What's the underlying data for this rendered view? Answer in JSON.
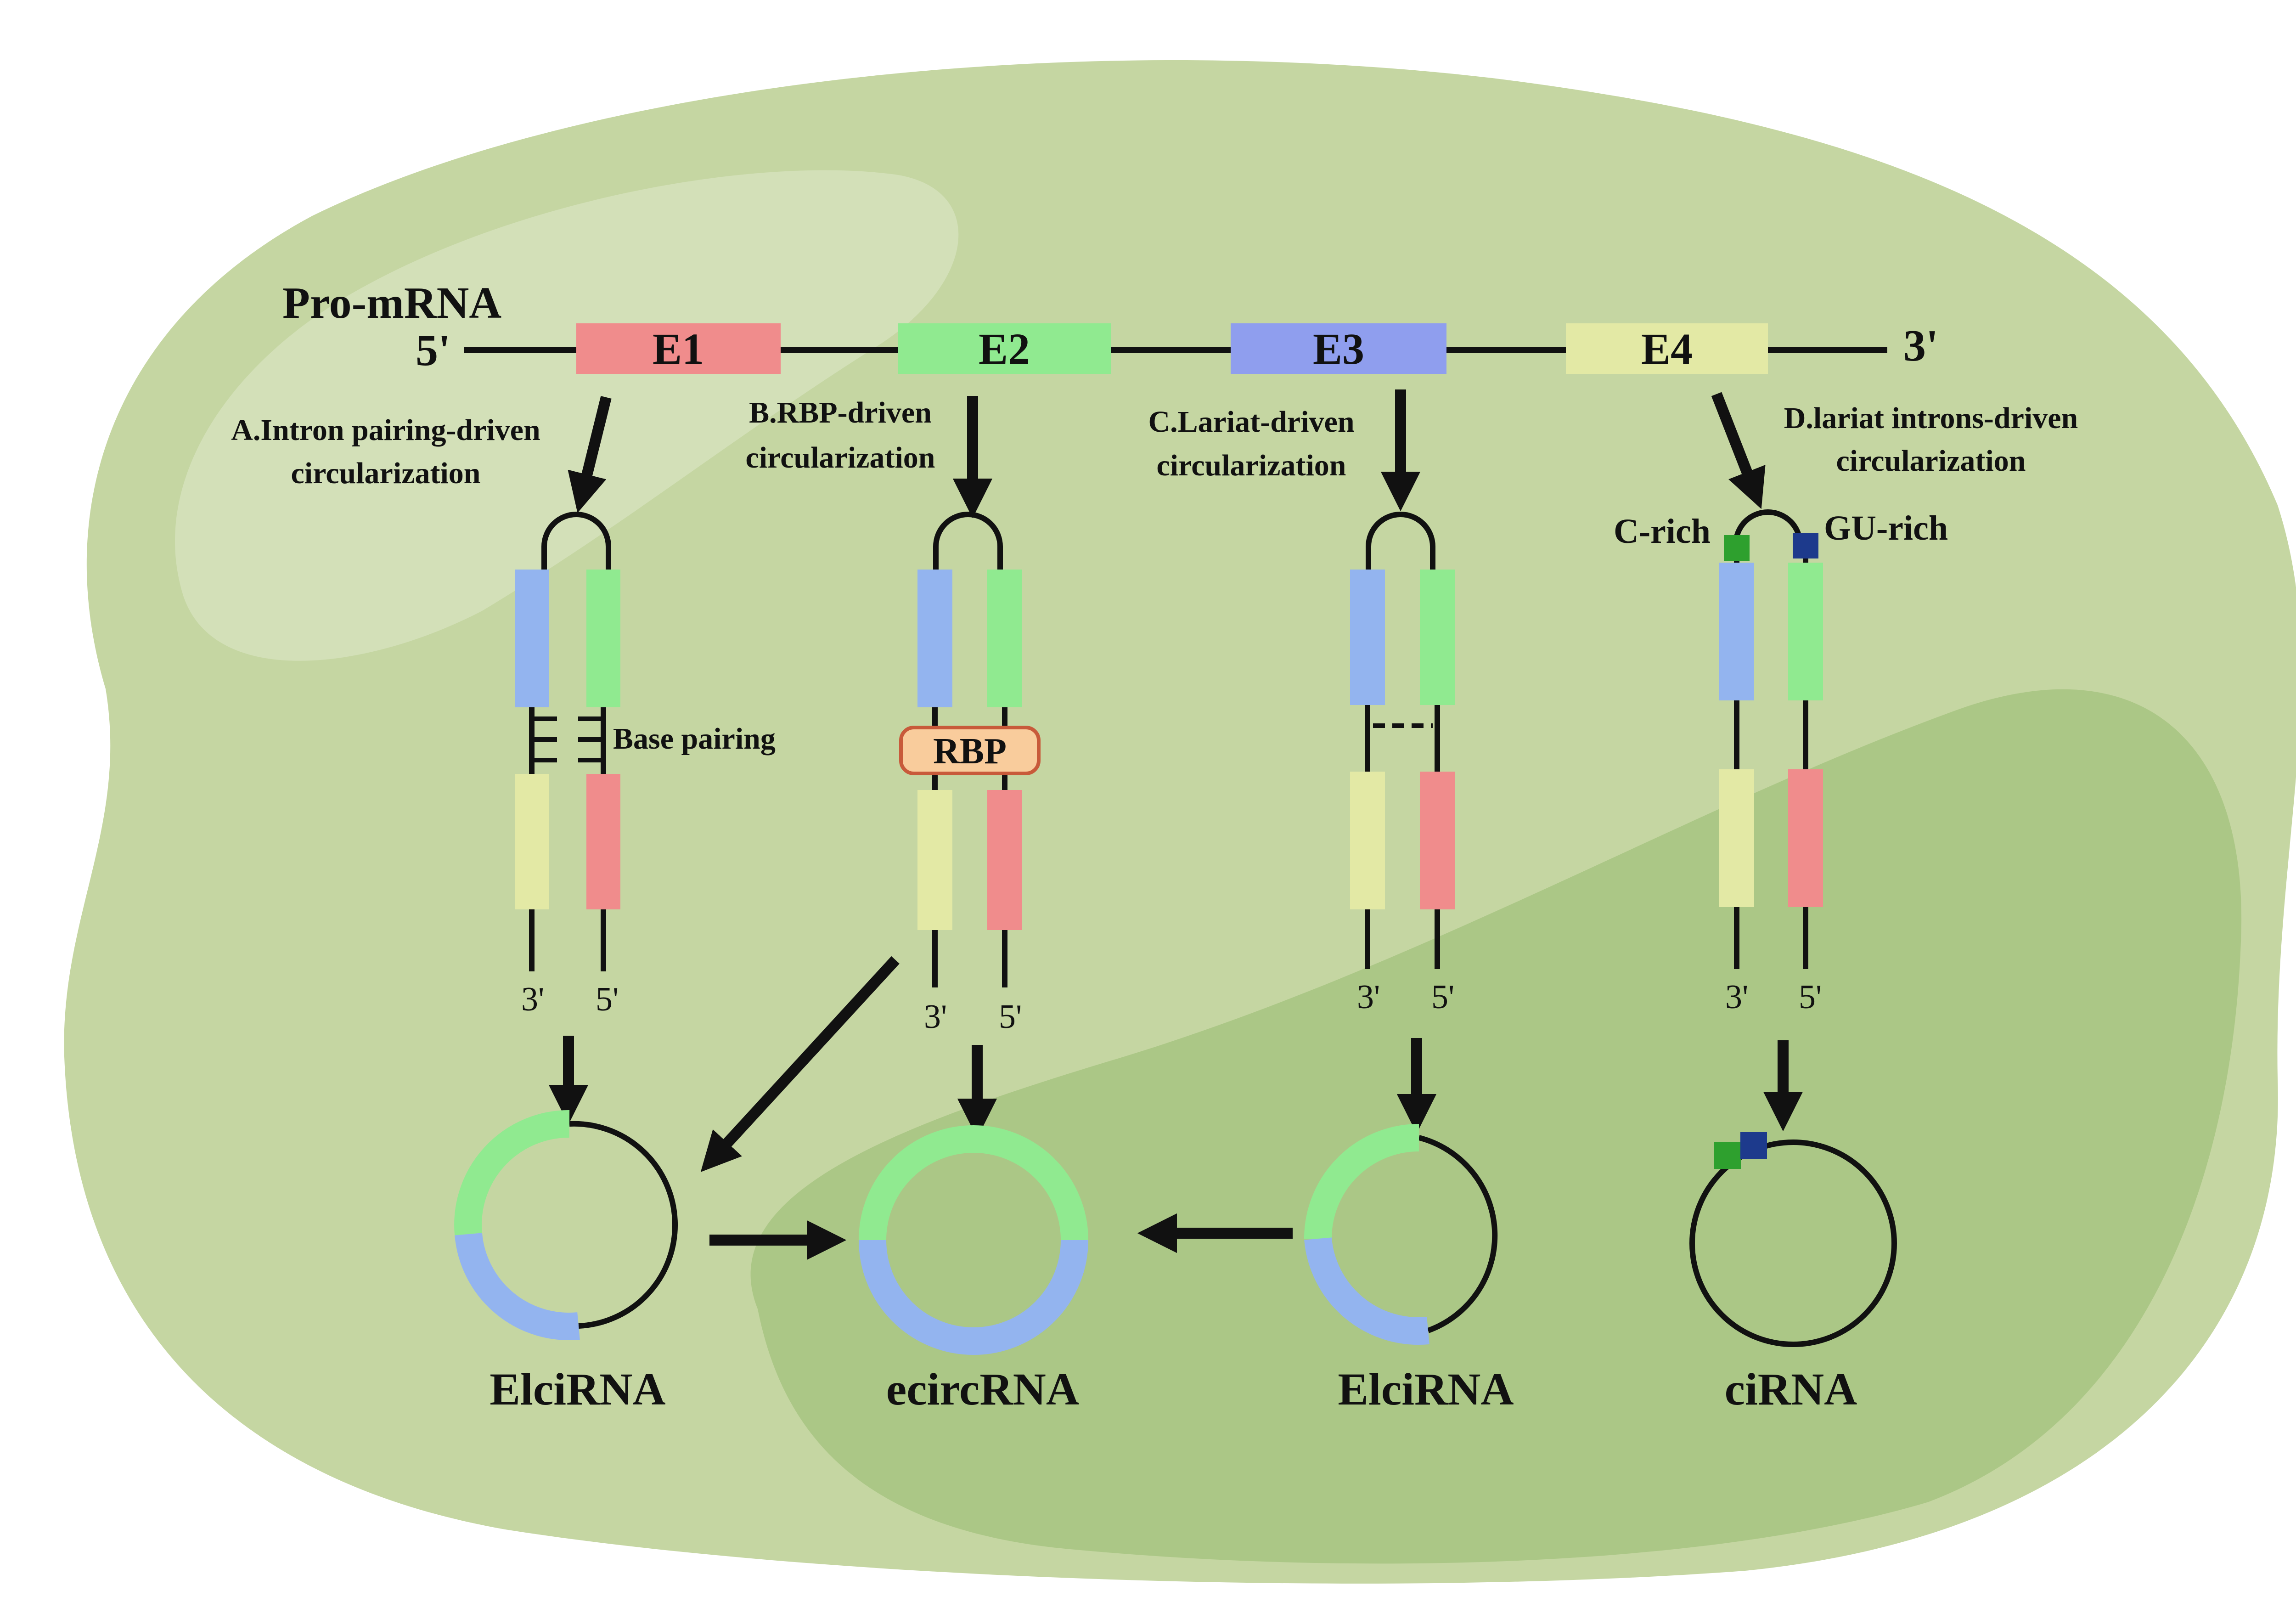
{
  "colors": {
    "background_cell": "#c5d6a2",
    "nucleus": "#abc786",
    "highlight": "#d7e3bf",
    "exon1": "#f08c8c",
    "exon2": "#90ea90",
    "exon3": "#8f9eee",
    "exon4": "#e3e9a5",
    "blue_segment": "#93b4ef",
    "green_segment": "#90ea90",
    "yellow_segment": "#e3e9a5",
    "red_segment": "#f08c8c",
    "rbp_fill": "#f9cc9c",
    "rbp_border": "#c85a3a",
    "c_rich_marker": "#2ea02e",
    "gu_rich_marker": "#1d3a8c"
  },
  "pre_mrna": {
    "label": "Pro-mRNA",
    "five_prime": "5'",
    "three_prime": "3'",
    "exons": [
      "E1",
      "E2",
      "E3",
      "E4"
    ]
  },
  "pathways": [
    {
      "line1": "A.Intron pairing-driven",
      "line2": "circularization",
      "annotation": "Base pairing",
      "end_left": "3'",
      "end_right": "5'",
      "product": "ElciRNA"
    },
    {
      "line1": "B.RBP-driven",
      "line2": "circularization",
      "annotation": "RBP",
      "end_left": "3'",
      "end_right": "5'",
      "product": "ecircRNA"
    },
    {
      "line1": "C.Lariat-driven",
      "line2": "circularization",
      "end_left": "3'",
      "end_right": "5'",
      "product": "ElciRNA"
    },
    {
      "line1": "D.lariat introns-driven",
      "line2": "circularization",
      "marker_left": "C-rich",
      "marker_right": "GU-rich",
      "end_left": "3'",
      "end_right": "5'",
      "product": "ciRNA"
    }
  ]
}
